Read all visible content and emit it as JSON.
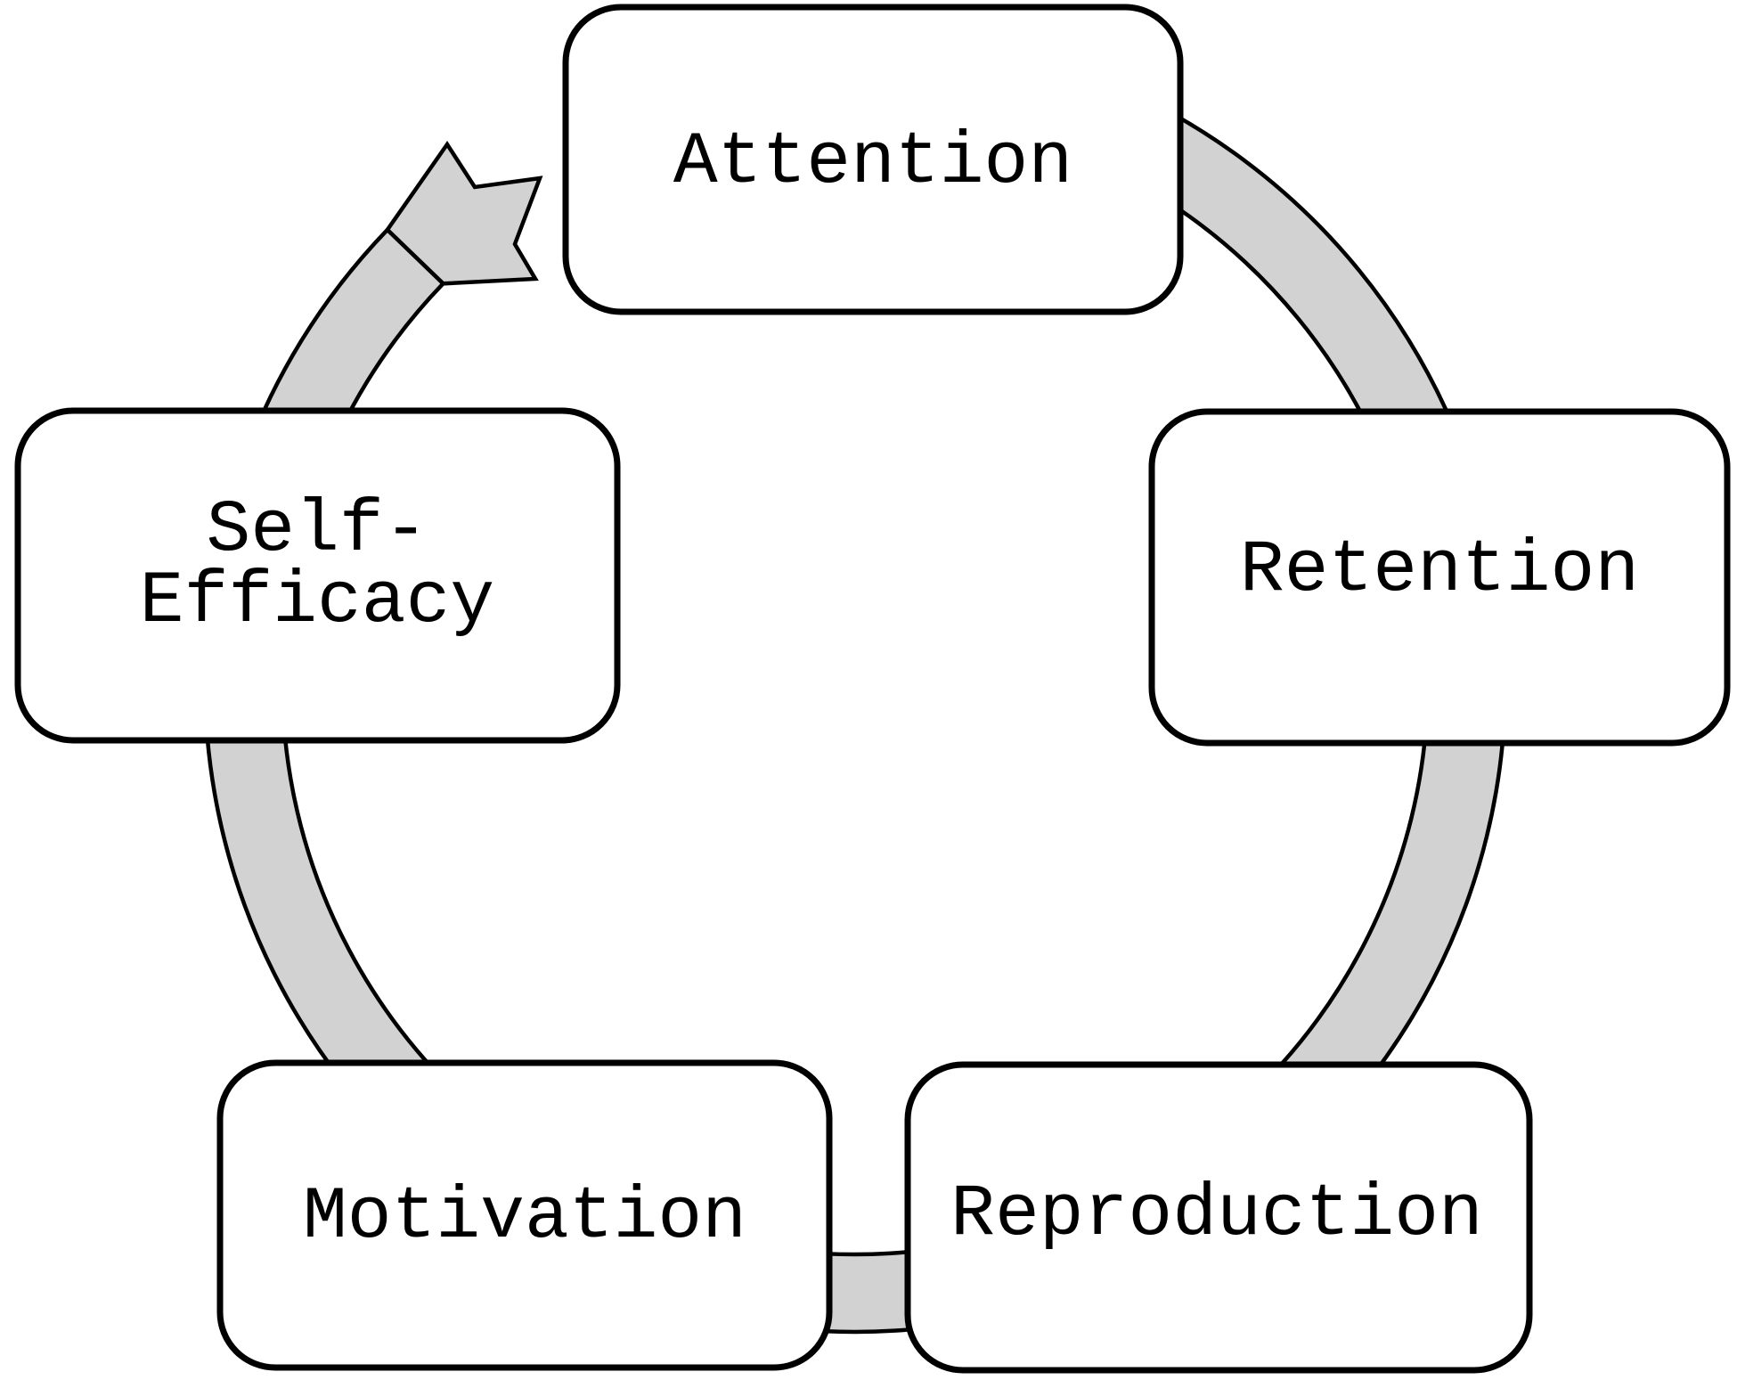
{
  "diagram": {
    "type": "cycle",
    "nodes": [
      {
        "id": "attention",
        "label": "Attention"
      },
      {
        "id": "retention",
        "label": "Retention"
      },
      {
        "id": "reproduction",
        "label": "Reproduction"
      },
      {
        "id": "motivation",
        "label": "Motivation"
      },
      {
        "id": "self_efficacy",
        "label": "Self-\nEfficacy"
      }
    ],
    "arrow": {
      "shape": "circular-band",
      "direction": "clockwise",
      "points_to": "Attention"
    },
    "colors": {
      "background": "#ffffff",
      "node_fill": "#ffffff",
      "node_border": "#000000",
      "band_fill": "#d2d2d2",
      "band_stroke": "#000000",
      "text": "#000000"
    }
  }
}
